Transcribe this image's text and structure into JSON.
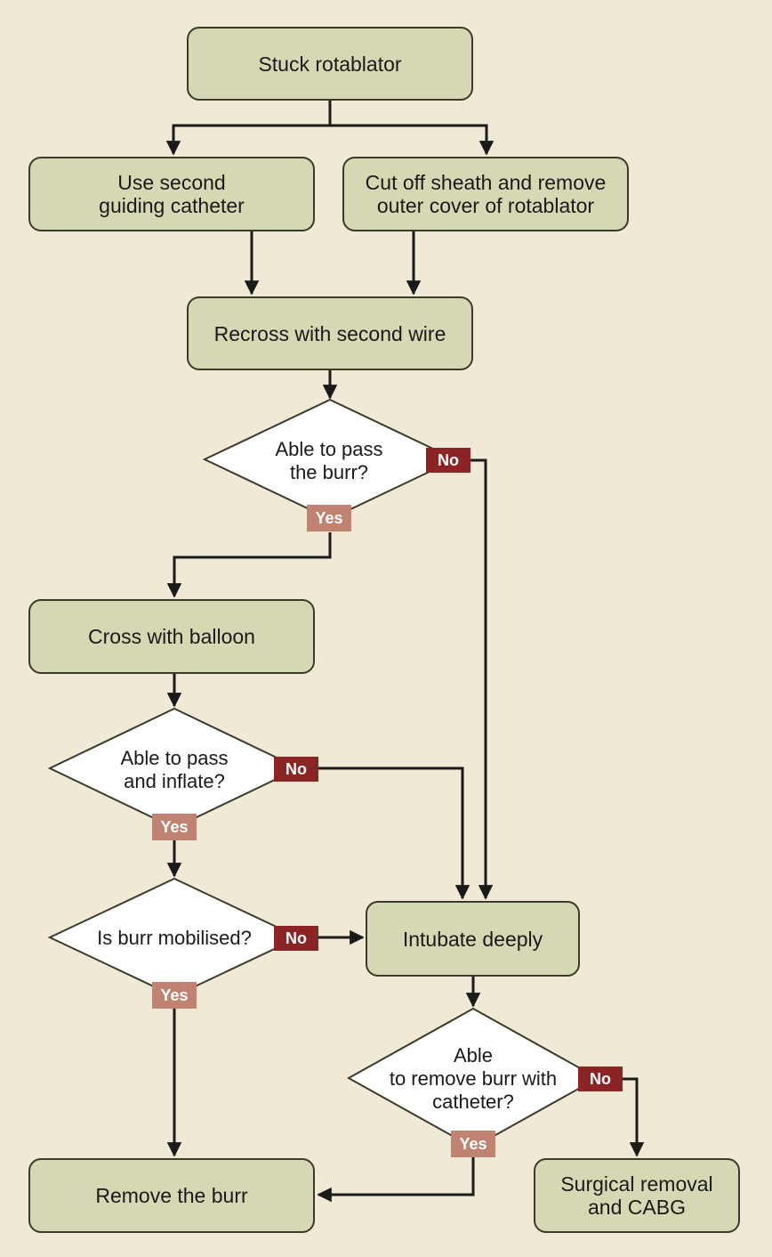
{
  "nodes": {
    "stuck": "Stuck rotablator",
    "second_catheter": "Use second\nguiding catheter",
    "cut_sheath": "Cut off sheath and remove\nouter cover of rotablator",
    "recross": "Recross with second wire",
    "cross_balloon": "Cross with balloon",
    "intubate": "Intubate deeply",
    "remove_burr": "Remove the burr",
    "surgical": "Surgical removal\nand CABG"
  },
  "decisions": {
    "pass_burr": "Able to pass\nthe burr?",
    "pass_inflate": "Able to pass\nand inflate?",
    "mobilised": "Is burr mobilised?",
    "remove_with_catheter": "Able\nto remove burr with\ncatheter?"
  },
  "labels": {
    "yes": "Yes",
    "no": "No"
  },
  "colors": {
    "background": "#efe9d5",
    "box_fill": "#d6d7b3",
    "no_tag": "#8b2525",
    "yes_tag": "#c08372",
    "line": "#1a1a1a"
  }
}
